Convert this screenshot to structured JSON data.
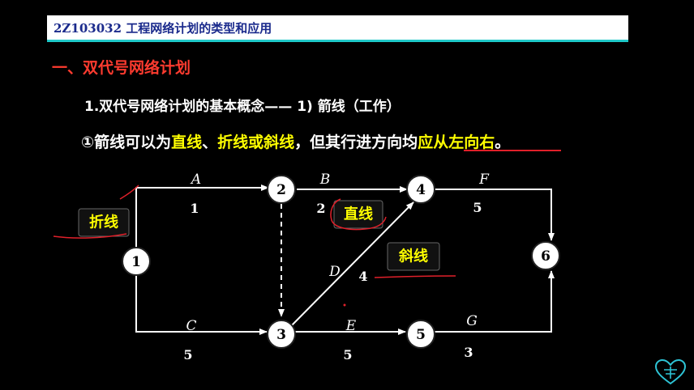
{
  "header": {
    "title": "2Z103032  工程网络计划的类型和应用"
  },
  "section": {
    "heading": "一、双代号网络计划",
    "subheading": "1.双代号网络计划的基本概念—— 1) 箭线（工作）"
  },
  "statement": {
    "prefix": "①箭线可以为",
    "term_straight": "直线",
    "sep1": "、",
    "term_fold": "折线",
    "sep2": "或",
    "term_oblique": "斜线",
    "middle": "，但其行进方向均",
    "direction": "应从左向右",
    "end": "。"
  },
  "network": {
    "nodes": [
      "1",
      "2",
      "3",
      "4",
      "5",
      "6"
    ],
    "activities": [
      {
        "name": "A",
        "duration": "1"
      },
      {
        "name": "B",
        "duration": "2"
      },
      {
        "name": "C",
        "duration": "5"
      },
      {
        "name": "D",
        "duration": "4"
      },
      {
        "name": "E",
        "duration": "5"
      },
      {
        "name": "F",
        "duration": "5"
      },
      {
        "name": "G",
        "duration": "3"
      }
    ]
  },
  "callouts": {
    "fold": "折线",
    "straight": "直线",
    "oblique": "斜线"
  },
  "colors": {
    "highlight": "#ffff00",
    "heading": "#ff3b2f",
    "annotation": "#e0202a",
    "header_text": "#1a2a8c",
    "header_rule": "#1fc8c8"
  },
  "logo_icon": "heart-logo-icon"
}
